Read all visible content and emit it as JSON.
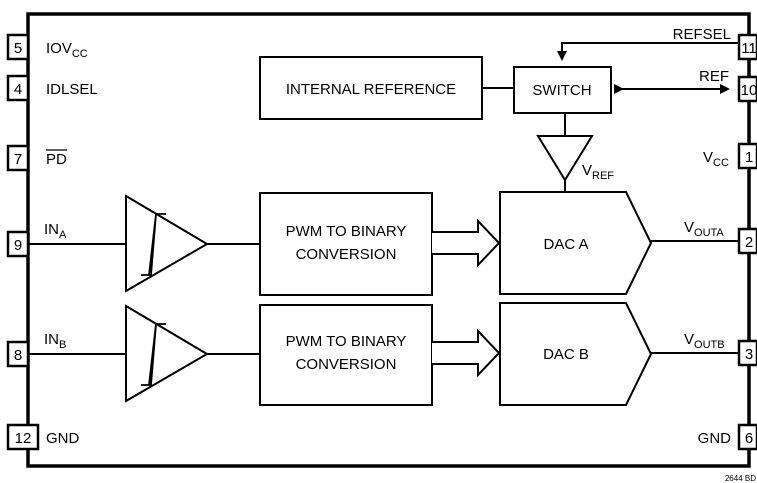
{
  "pins": {
    "iovcc": {
      "number": "5",
      "label": "IOV",
      "sub": "CC"
    },
    "idlsel": {
      "number": "4",
      "label": "IDLSEL"
    },
    "pd": {
      "number": "7",
      "label": "PD"
    },
    "ina": {
      "number": "9",
      "label": "IN",
      "sub": "A"
    },
    "inb": {
      "number": "8",
      "label": "IN",
      "sub": "B"
    },
    "gnd_left": {
      "number": "12",
      "label": "GND"
    },
    "refsel": {
      "number": "11",
      "label": "REFSEL"
    },
    "ref": {
      "number": "10",
      "label": "REF"
    },
    "vcc": {
      "number": "1",
      "label": "V",
      "sub": "CC"
    },
    "vouta": {
      "number": "2",
      "label": "V",
      "sub": "OUTA"
    },
    "voutb": {
      "number": "3",
      "label": "V",
      "sub": "OUTB"
    },
    "gnd_right": {
      "number": "6",
      "label": "GND"
    }
  },
  "blocks": {
    "internal_reference": "INTERNAL REFERENCE",
    "switch": "SWITCH",
    "vref": {
      "label": "V",
      "sub": "REF"
    },
    "pwm_a": {
      "line1": "PWM TO BINARY",
      "line2": "CONVERSION"
    },
    "pwm_b": {
      "line1": "PWM TO BINARY",
      "line2": "CONVERSION"
    },
    "dac_a": "DAC A",
    "dac_b": "DAC B"
  },
  "figure_code": "2644 BD"
}
